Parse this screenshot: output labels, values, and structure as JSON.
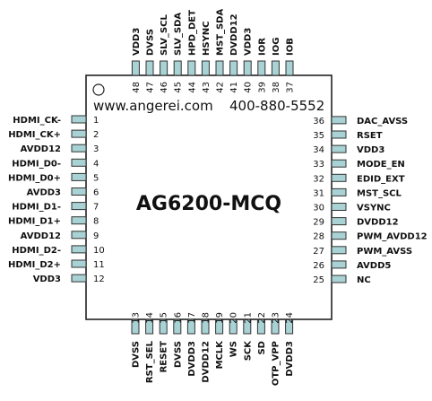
{
  "chip": {
    "name": "AG6200-MCQ",
    "website": "www.angerei.com",
    "phone": "400-880-5552"
  },
  "colors": {
    "pad_fill": "#a9d2d4",
    "pad_stroke": "#333333",
    "body_stroke": "#222222",
    "text": "#111111"
  },
  "pins": {
    "left": [
      {
        "num": "1",
        "name": "HDMI_CK-"
      },
      {
        "num": "2",
        "name": "HDMI_CK+"
      },
      {
        "num": "3",
        "name": "AVDD12"
      },
      {
        "num": "4",
        "name": "HDMI_D0-"
      },
      {
        "num": "5",
        "name": "HDMI_D0+"
      },
      {
        "num": "6",
        "name": "AVDD3"
      },
      {
        "num": "7",
        "name": "HDMI_D1-"
      },
      {
        "num": "8",
        "name": "HDMI_D1+"
      },
      {
        "num": "9",
        "name": "AVDD12"
      },
      {
        "num": "10",
        "name": "HDMI_D2-"
      },
      {
        "num": "11",
        "name": "HDMI_D2+"
      },
      {
        "num": "12",
        "name": "VDD3"
      }
    ],
    "bottom": [
      {
        "num": "13",
        "name": "DVSS"
      },
      {
        "num": "14",
        "name": "RST_SEL"
      },
      {
        "num": "15",
        "name": "RESET"
      },
      {
        "num": "16",
        "name": "DVSS"
      },
      {
        "num": "17",
        "name": "DVDD3"
      },
      {
        "num": "18",
        "name": "DVDD12"
      },
      {
        "num": "19",
        "name": "MCLK"
      },
      {
        "num": "20",
        "name": "WS"
      },
      {
        "num": "21",
        "name": "SCK"
      },
      {
        "num": "22",
        "name": "SD"
      },
      {
        "num": "23",
        "name": "OTP_VPP"
      },
      {
        "num": "24",
        "name": "DVDD3"
      }
    ],
    "right": [
      {
        "num": "25",
        "name": "NC"
      },
      {
        "num": "26",
        "name": "AVDD5"
      },
      {
        "num": "27",
        "name": "PWM_AVSS"
      },
      {
        "num": "28",
        "name": "PWM_AVDD12"
      },
      {
        "num": "29",
        "name": "DVDD12"
      },
      {
        "num": "30",
        "name": "VSYNC"
      },
      {
        "num": "31",
        "name": "MST_SCL"
      },
      {
        "num": "32",
        "name": "EDID_EXT"
      },
      {
        "num": "33",
        "name": "MODE_EN"
      },
      {
        "num": "34",
        "name": "VDD3"
      },
      {
        "num": "35",
        "name": "RSET"
      },
      {
        "num": "36",
        "name": "DAC_AVSS"
      }
    ],
    "top": [
      {
        "num": "37",
        "name": "IOB"
      },
      {
        "num": "38",
        "name": "IOG"
      },
      {
        "num": "39",
        "name": "IOR"
      },
      {
        "num": "40",
        "name": "VDD3"
      },
      {
        "num": "41",
        "name": "DVDD12"
      },
      {
        "num": "42",
        "name": "MST_SDA"
      },
      {
        "num": "43",
        "name": "HSYNC"
      },
      {
        "num": "44",
        "name": "HPD_DET"
      },
      {
        "num": "45",
        "name": "SLV_SDA"
      },
      {
        "num": "46",
        "name": "SLV_SCL"
      },
      {
        "num": "47",
        "name": "DVSS"
      },
      {
        "num": "48",
        "name": "VDD3"
      }
    ]
  }
}
